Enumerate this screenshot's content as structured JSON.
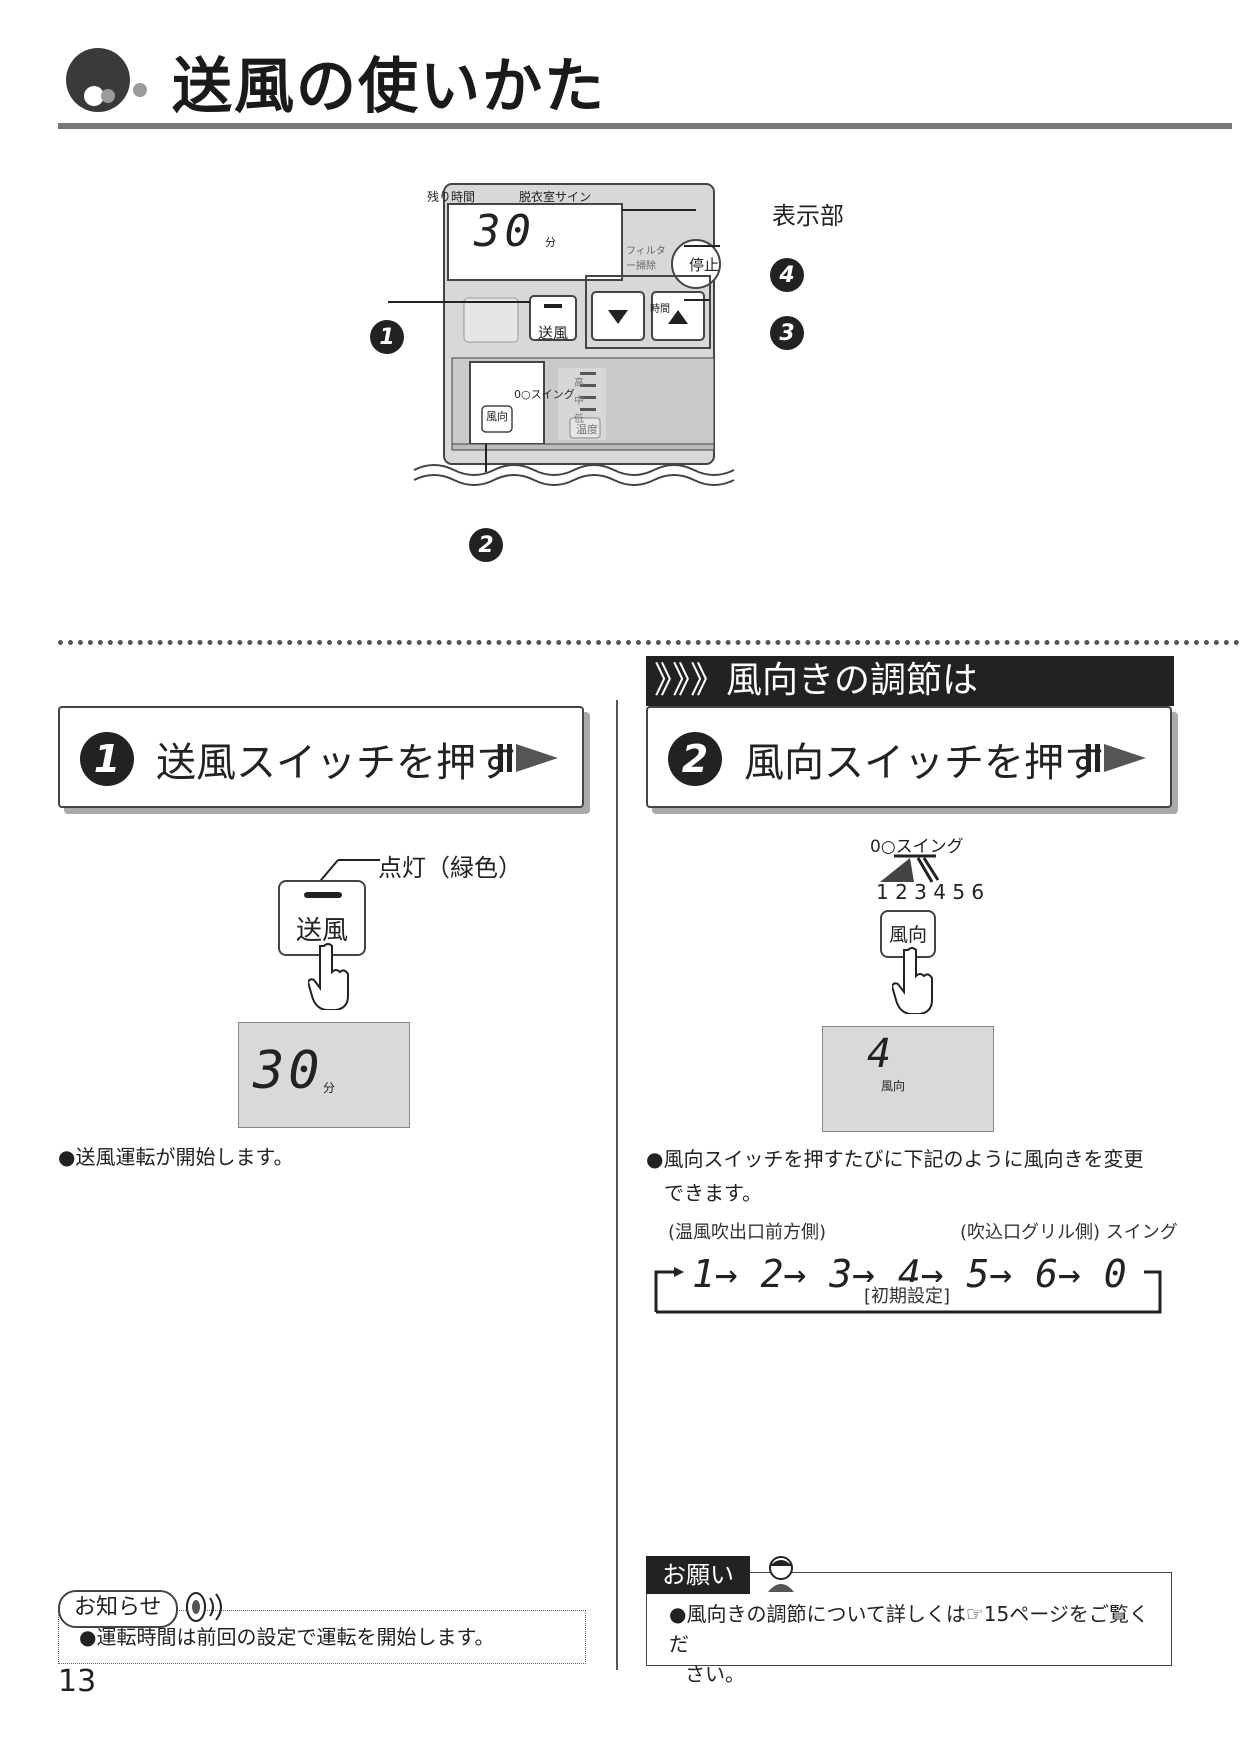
{
  "header": {
    "title": "送風の使いかた"
  },
  "figure": {
    "remaining_time_label": "残り時間",
    "changing_room_sign_label": "脱衣室サイン",
    "display_digits": "30",
    "display_unit": "分",
    "filter_label": "フィルター掃除",
    "display_callout": "表示部",
    "stop_button_label": "停止",
    "fan_button_label": "送風",
    "time_label": "時間",
    "swing_label": "0○スイング",
    "direction_button_label": "風向",
    "temp_label": "温度",
    "level_high": "高",
    "level_mid": "中",
    "level_low": "低",
    "callout_1": "1",
    "callout_2": "2",
    "callout_3": "3",
    "callout_4": "4"
  },
  "section_right": {
    "heading": "》》》風向きの調節は"
  },
  "step1": {
    "number": "1",
    "title": "送風スイッチを押す",
    "lit_label": "点灯（緑色）",
    "button_label": "送風",
    "lcd_digits": "30",
    "lcd_unit": "分",
    "bullet": "●送風運転が開始します。"
  },
  "step2": {
    "number": "2",
    "title": "風向スイッチを押す",
    "swing_label": "0○スイング",
    "swing_numbers": "1 2 3 4 5 6",
    "button_label": "風向",
    "lcd_digit": "4",
    "lcd_label": "風向",
    "bullet_line1": "●風向スイッチを押すたびに下記のように風向きを変更",
    "bullet_line2": "できます。",
    "sequence_left": "(温風吹出口前方側)",
    "sequence_right": "(吹込口グリル側) スイング",
    "sequence": "1→ 2→ 3→ 4→ 5→ 6→ 0",
    "sequence_default": "[初期設定]"
  },
  "notice_left": {
    "tag": "お知らせ",
    "text": "●運転時間は前回の設定で運転を開始します。"
  },
  "notice_right": {
    "tag": "お願い",
    "line1": "●風向きの調節について詳しくは☞15ページをご覧くだ",
    "line2": "さい。"
  },
  "page_number": "13",
  "colors": {
    "dark": "#222222",
    "rule": "#777777",
    "lcd": "#d9d9d9",
    "panel": "#d8d8d8"
  }
}
